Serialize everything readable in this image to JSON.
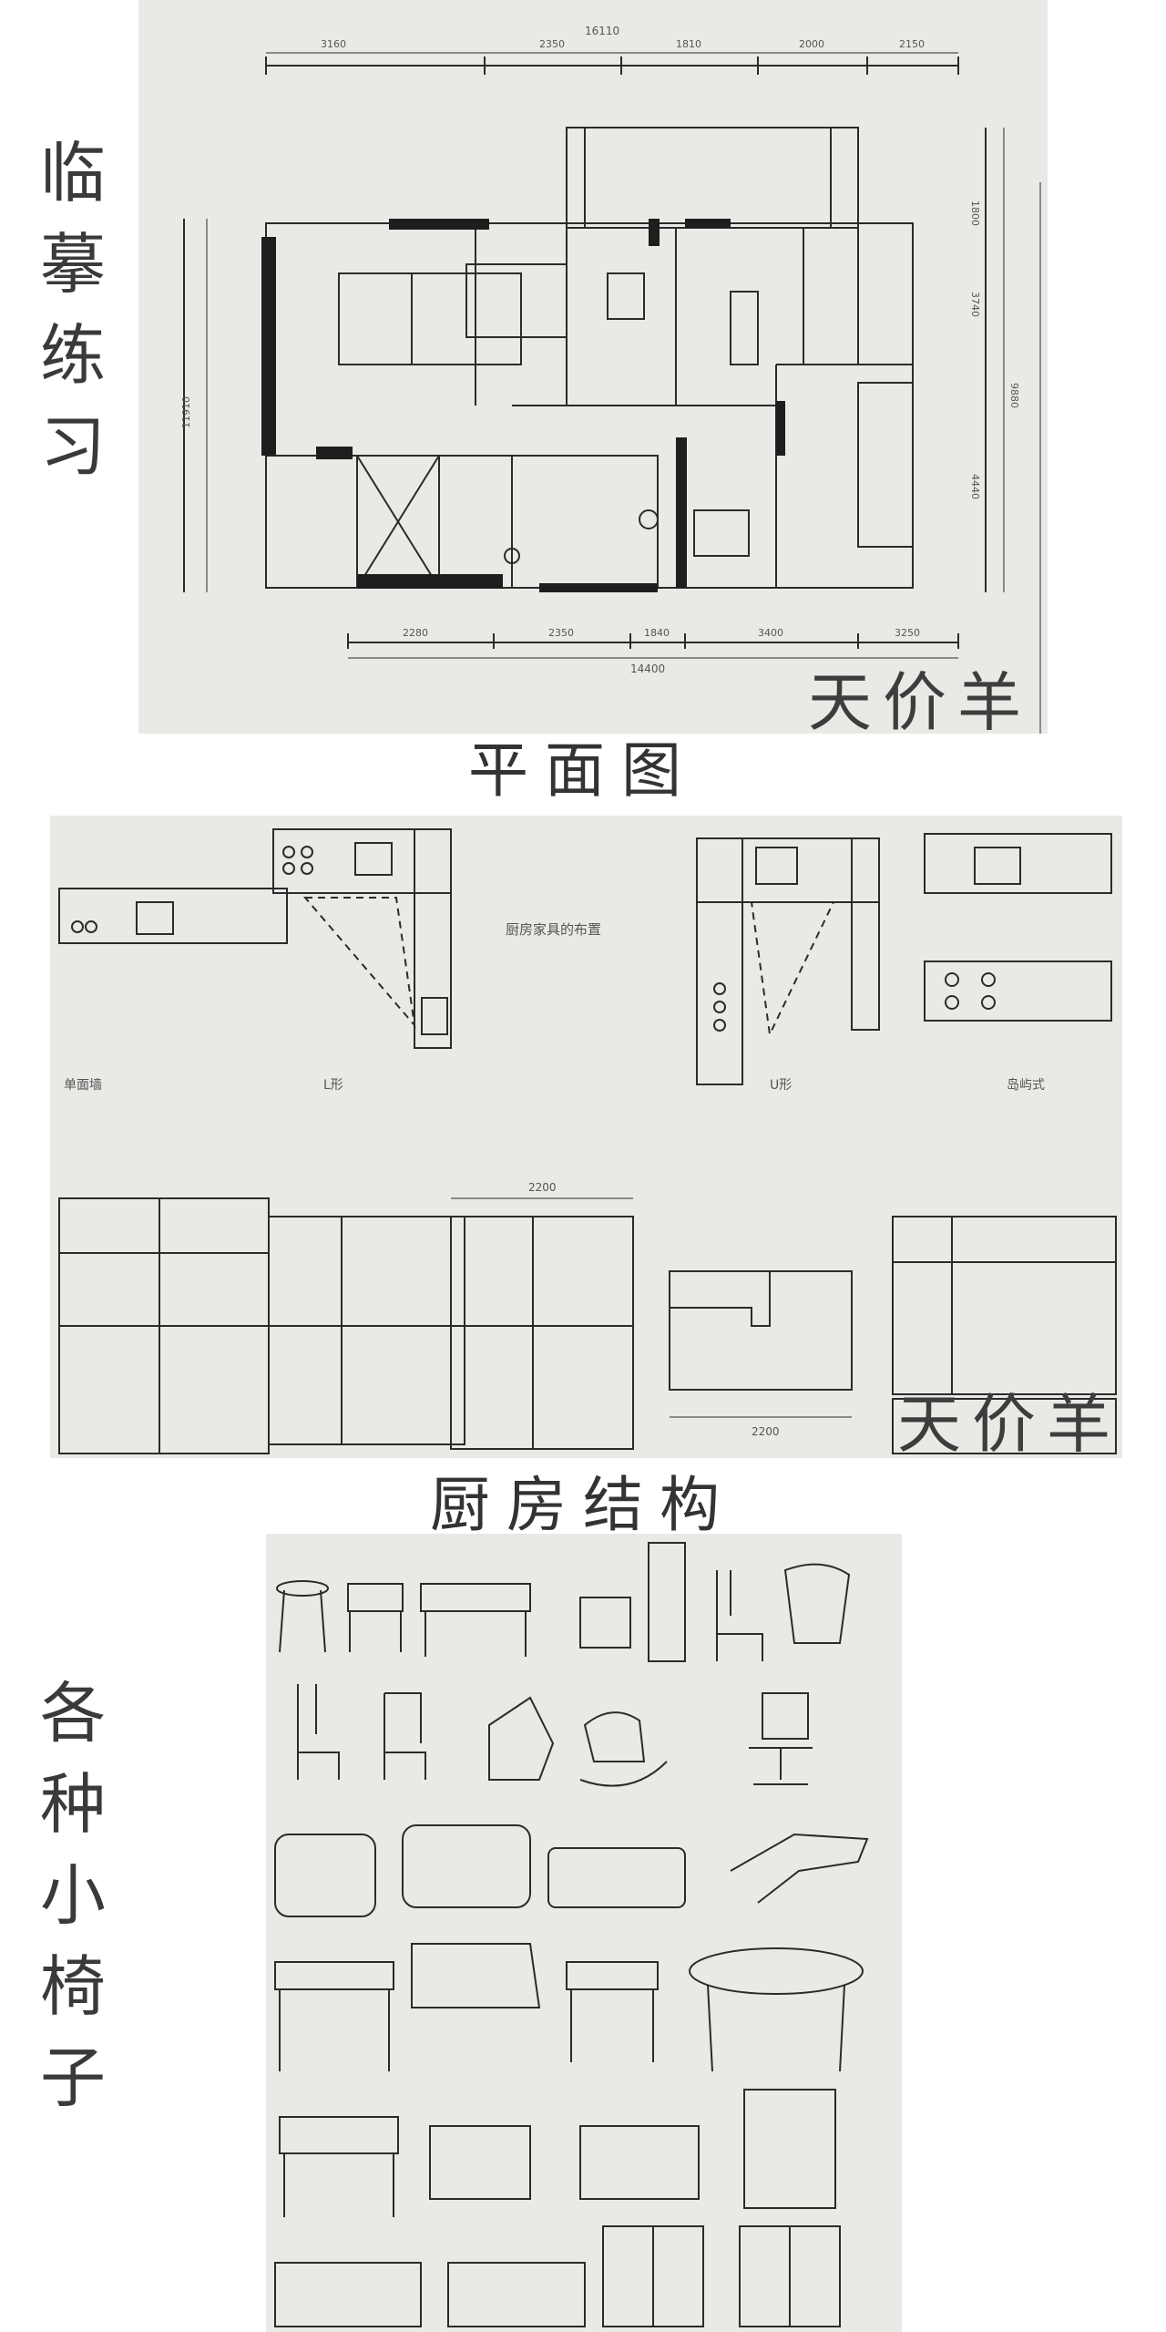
{
  "sections": [
    {
      "side_label": [
        "临",
        "摹",
        "练",
        "习"
      ],
      "watermark": "天价羊",
      "caption": "平面图",
      "dims": {
        "top_total": "16110",
        "top_parts": [
          "3160",
          "2350",
          "1810",
          "2000",
          "2150"
        ],
        "bottom_total": "14400",
        "bottom_parts": [
          "2280",
          "2350",
          "1840",
          "3400",
          "3250"
        ],
        "left_total": "11910",
        "right_total": "9880",
        "right_parts": [
          "1800",
          "3740",
          "4440"
        ]
      }
    },
    {
      "watermark": "天价羊",
      "caption": "厨房结构",
      "sheet_title": "厨房家具的布置",
      "layout_labels": [
        "单面墙",
        "L形",
        "U形",
        "岛屿式"
      ],
      "dim_top": "2200",
      "dim_bottom": "2200"
    },
    {
      "side_label": [
        "各",
        "种",
        "小",
        "椅",
        "子"
      ]
    }
  ],
  "colors": {
    "paper": "#e9e9e6",
    "ink": "#2b2b2b",
    "text": "#3a3a3a"
  }
}
